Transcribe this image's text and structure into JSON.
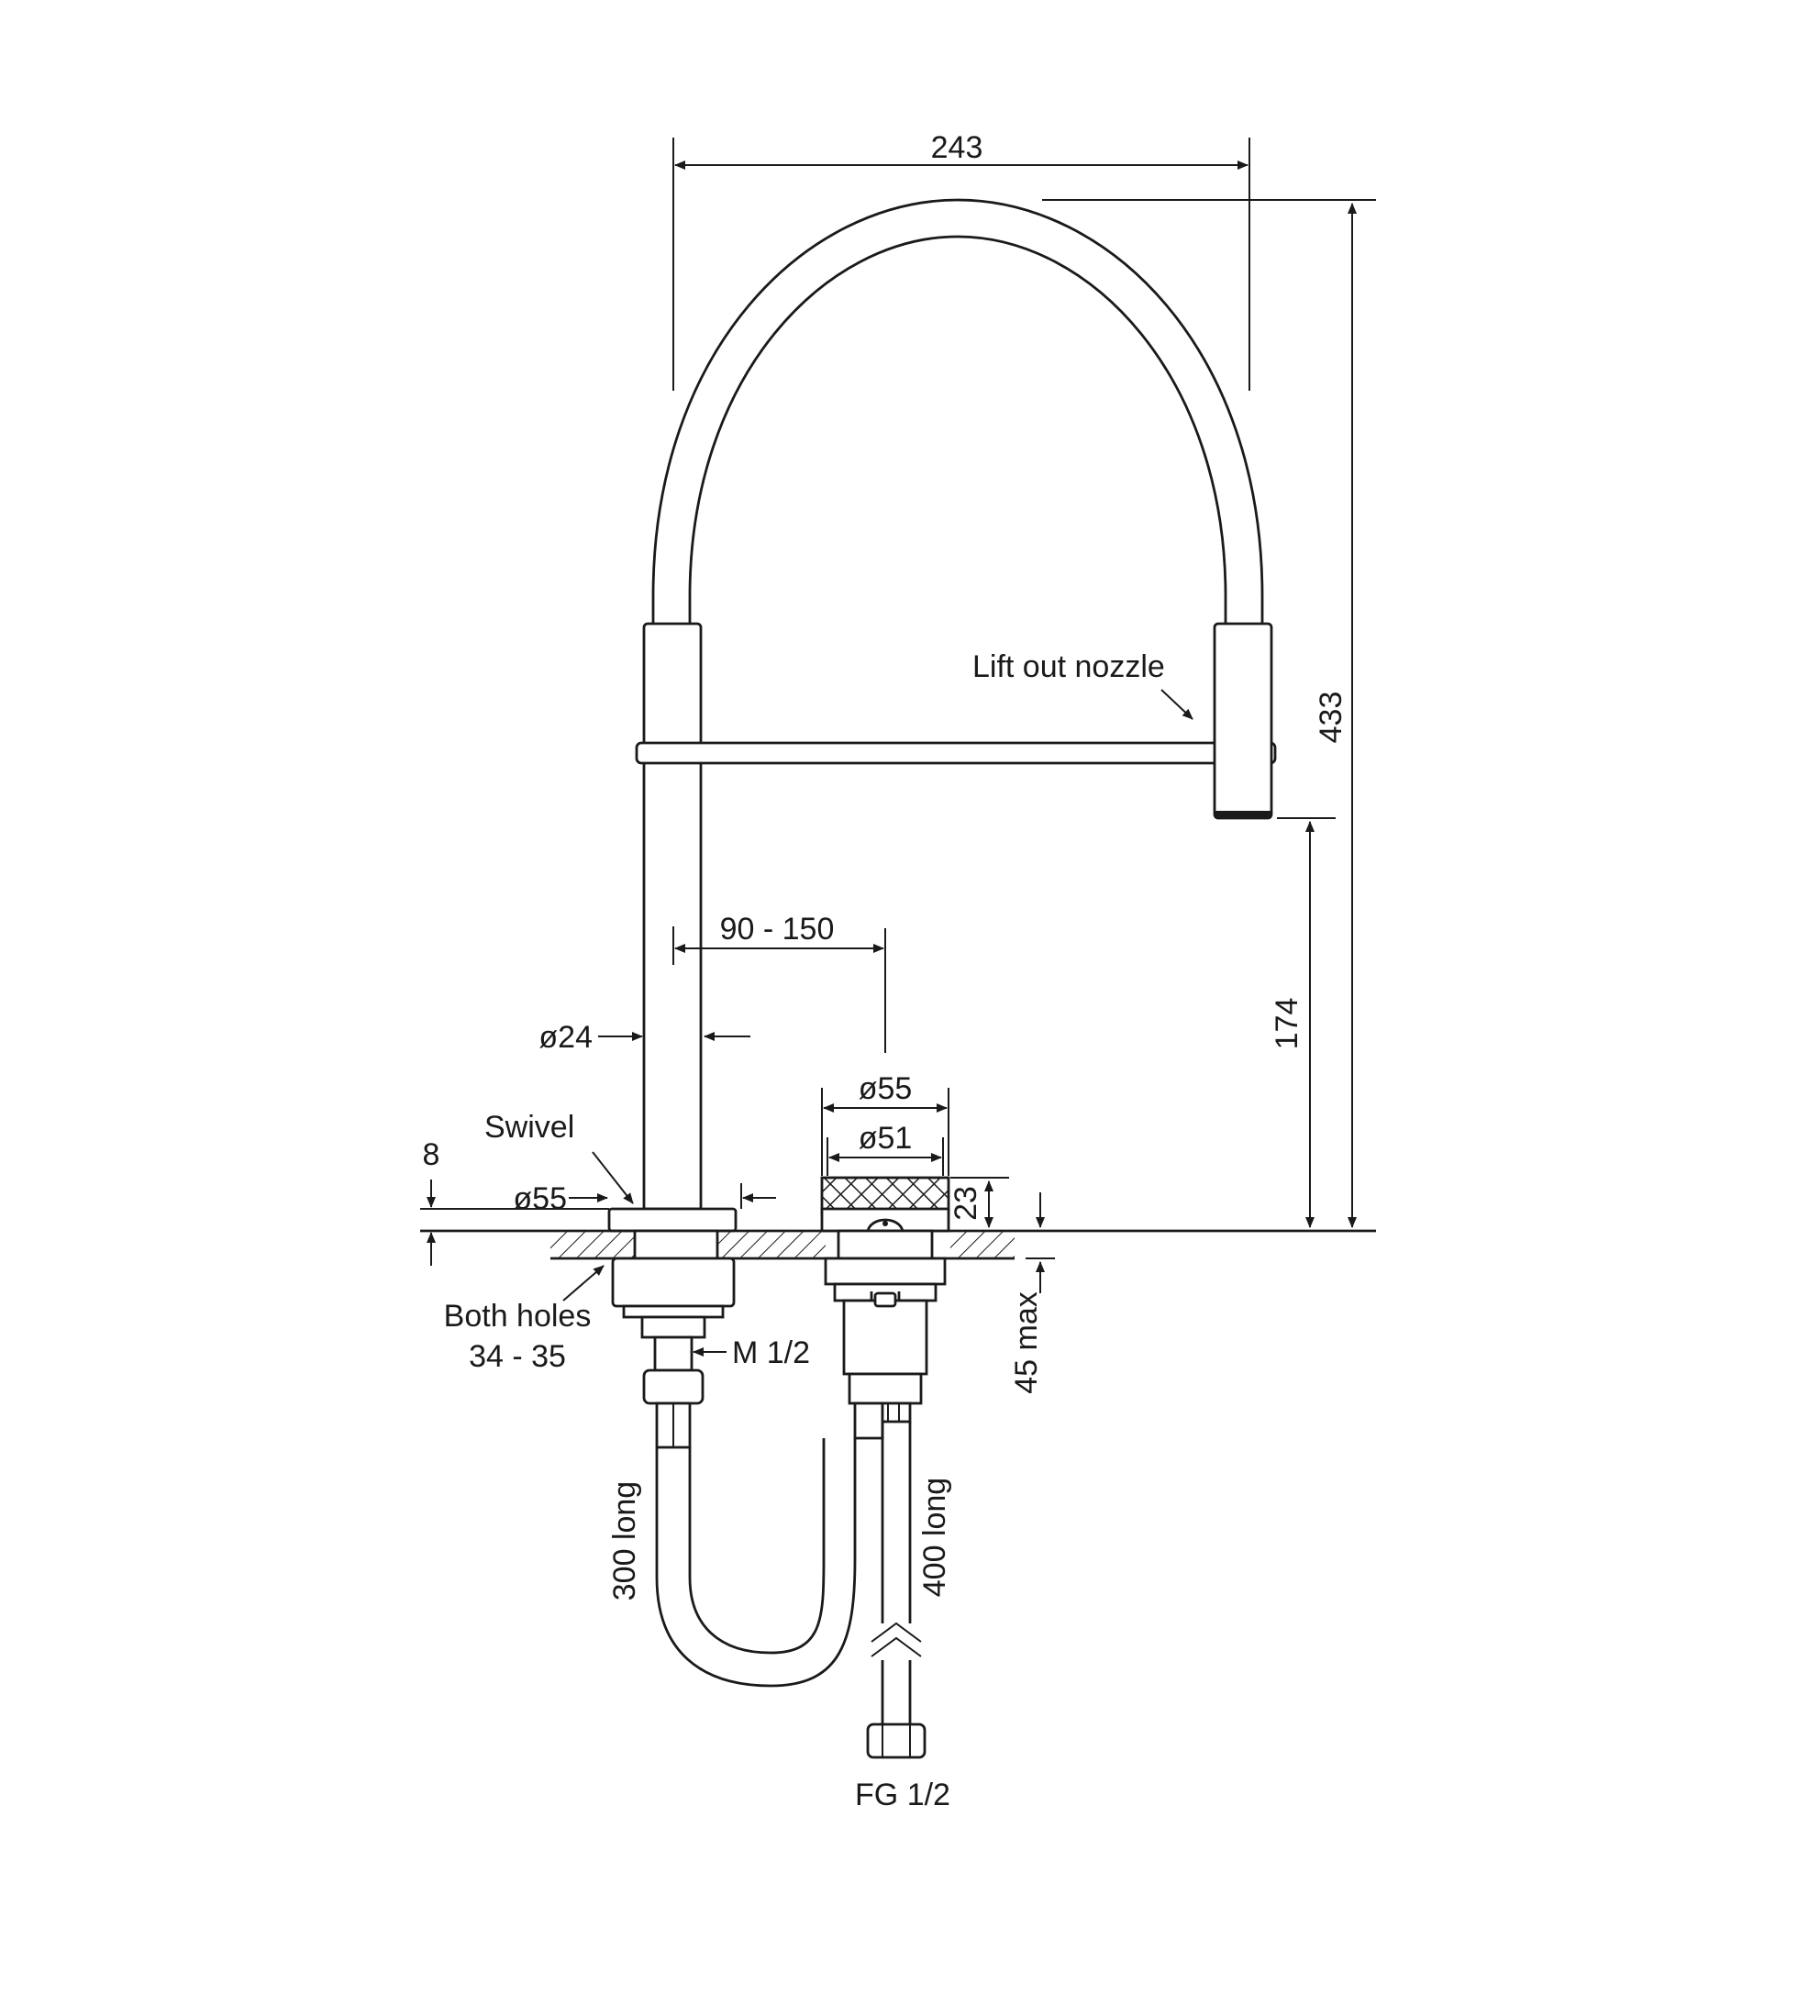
{
  "dimensions": {
    "width_243": "243",
    "height_433": "433",
    "height_174": "174",
    "spacing": "90 - 150",
    "dia_24": "ø24",
    "dia_55_handle": "ø55",
    "dia_51_handle": "ø51",
    "handle_height": "23",
    "dia_55_base": "ø55",
    "base_8": "8",
    "max_45": "45 max"
  },
  "labels": {
    "lift_out_nozzle": "Lift out nozzle",
    "swivel": "Swivel",
    "both_holes_line1": "Both holes",
    "both_holes_line2": "34 - 35",
    "m_half": "M 1/2",
    "hose_300": "300 long",
    "hose_400": "400 long",
    "fg_half": "FG 1/2"
  }
}
